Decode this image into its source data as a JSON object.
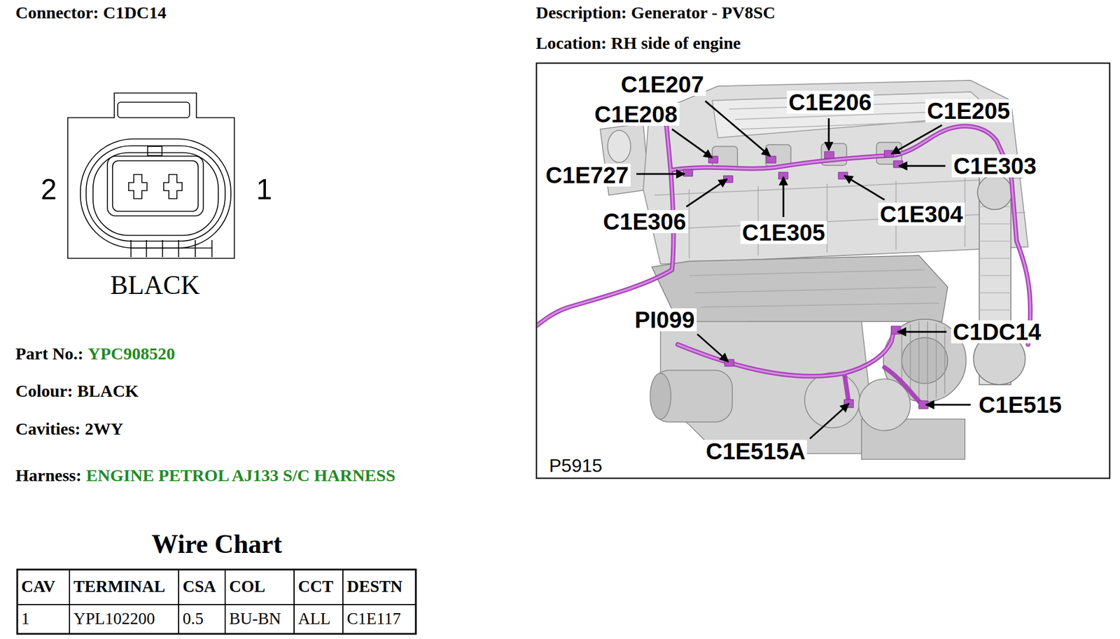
{
  "diagram": {
    "labels": [
      "Connector: C1DC14",
      "Description: Generator - PV8SC",
      "Location: RH side of engine",
      "C1E207",
      "C1E206",
      "C1E205",
      "C1E208",
      "C1E727",
      "C1E303",
      "2",
      "1",
      "C1E306",
      "C1E305",
      "C1E304",
      "BLACK",
      "PI099",
      "C1DC14",
      "Part No.:",
      "YPC908520",
      "Colour: BLACK",
      "Cavities: 2WY",
      "C1E515",
      "C1E515A",
      "P5915",
      "Harness:",
      "ENGINE PETROL AJ133 S/C HARNESS",
      "Wire Chart",
      "CAV",
      "TERMINAL",
      "CSA",
      "COL",
      "CCT",
      "DESTN",
      "1",
      "YPL102200",
      "0.5",
      "BU-BN",
      "ALL",
      "C1E117"
    ]
  }
}
